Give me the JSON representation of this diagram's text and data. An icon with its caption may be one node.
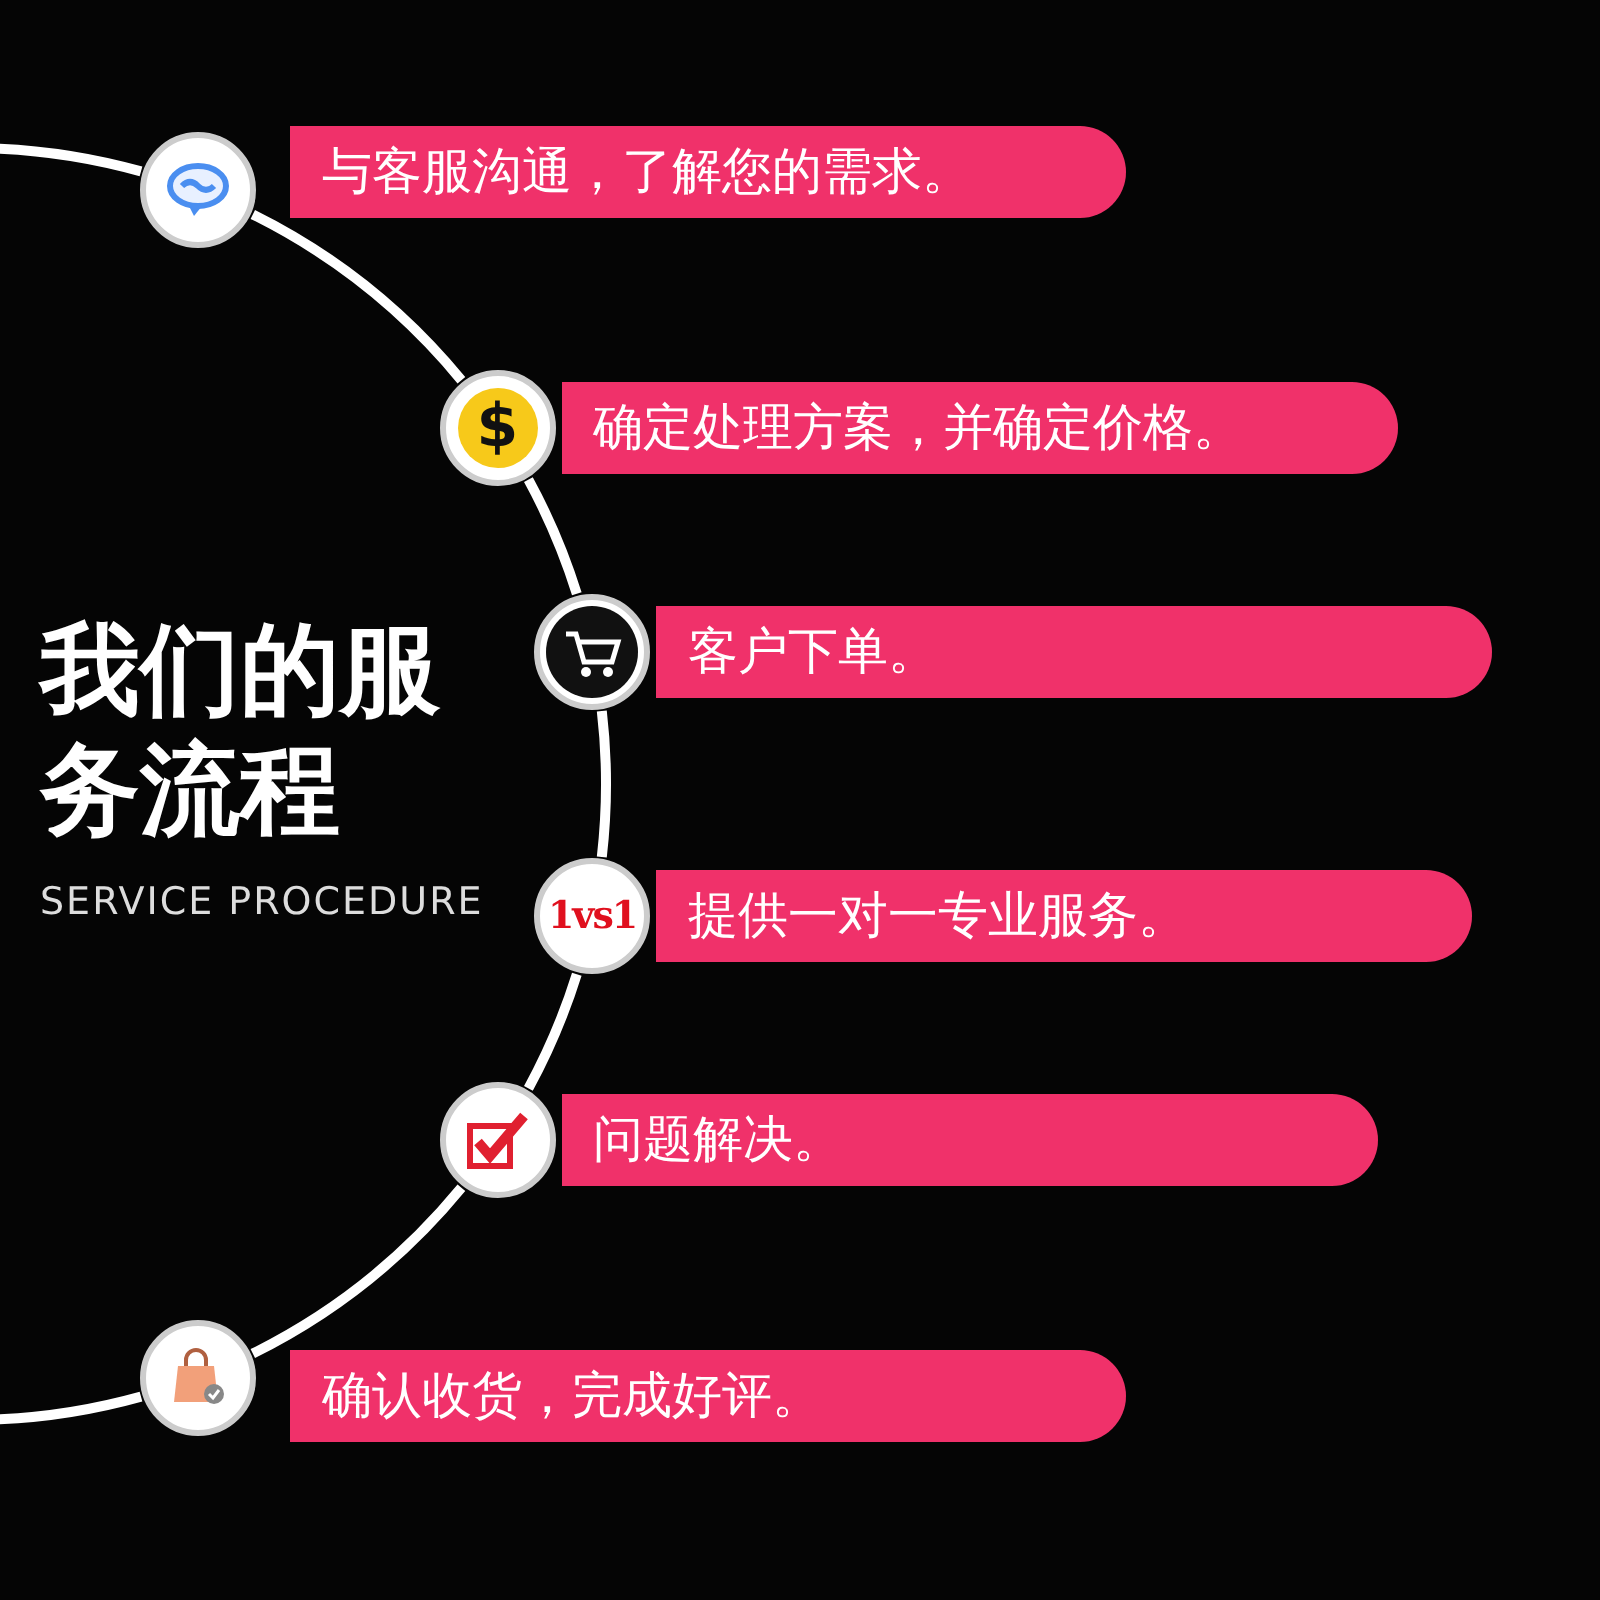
{
  "diagram": {
    "title": "我们的服务流程",
    "nodes": [
      {
        "text": [],
        "shape": "circle"
      },
      {
        "text": [
          "与客服沟通，了解您的需求。"
        ]
      },
      {
        "text": [
          "$"
        ]
      },
      {
        "text": [
          "确定处理方案，并确定价格。"
        ]
      },
      {
        "text": [],
        "shape": "circle"
      },
      {
        "text": [
          "客户下单。"
        ]
      },
      {
        "text": [
          "1vs1"
        ]
      },
      {
        "text": [
          "提供一对一专业服务。"
        ]
      },
      {
        "text": [],
        "shape": "circle"
      },
      {
        "text": [
          "问题解决。"
        ]
      },
      {
        "text": [],
        "shape": "circle"
      },
      {
        "text": [
          "确认收货，完成好评。"
        ]
      }
    ],
    "edges": [
      {
        "from": 0,
        "to": 2,
        "arrow": "none"
      },
      {
        "from": 2,
        "to": 4,
        "arrow": "none"
      },
      {
        "from": 4,
        "to": 6,
        "arrow": "none"
      },
      {
        "from": 6,
        "to": 8,
        "arrow": "none"
      },
      {
        "from": 8,
        "to": 10,
        "arrow": "none"
      }
    ],
    "labels": [
      "SERVICE PROCEDURE"
    ]
  }
}
